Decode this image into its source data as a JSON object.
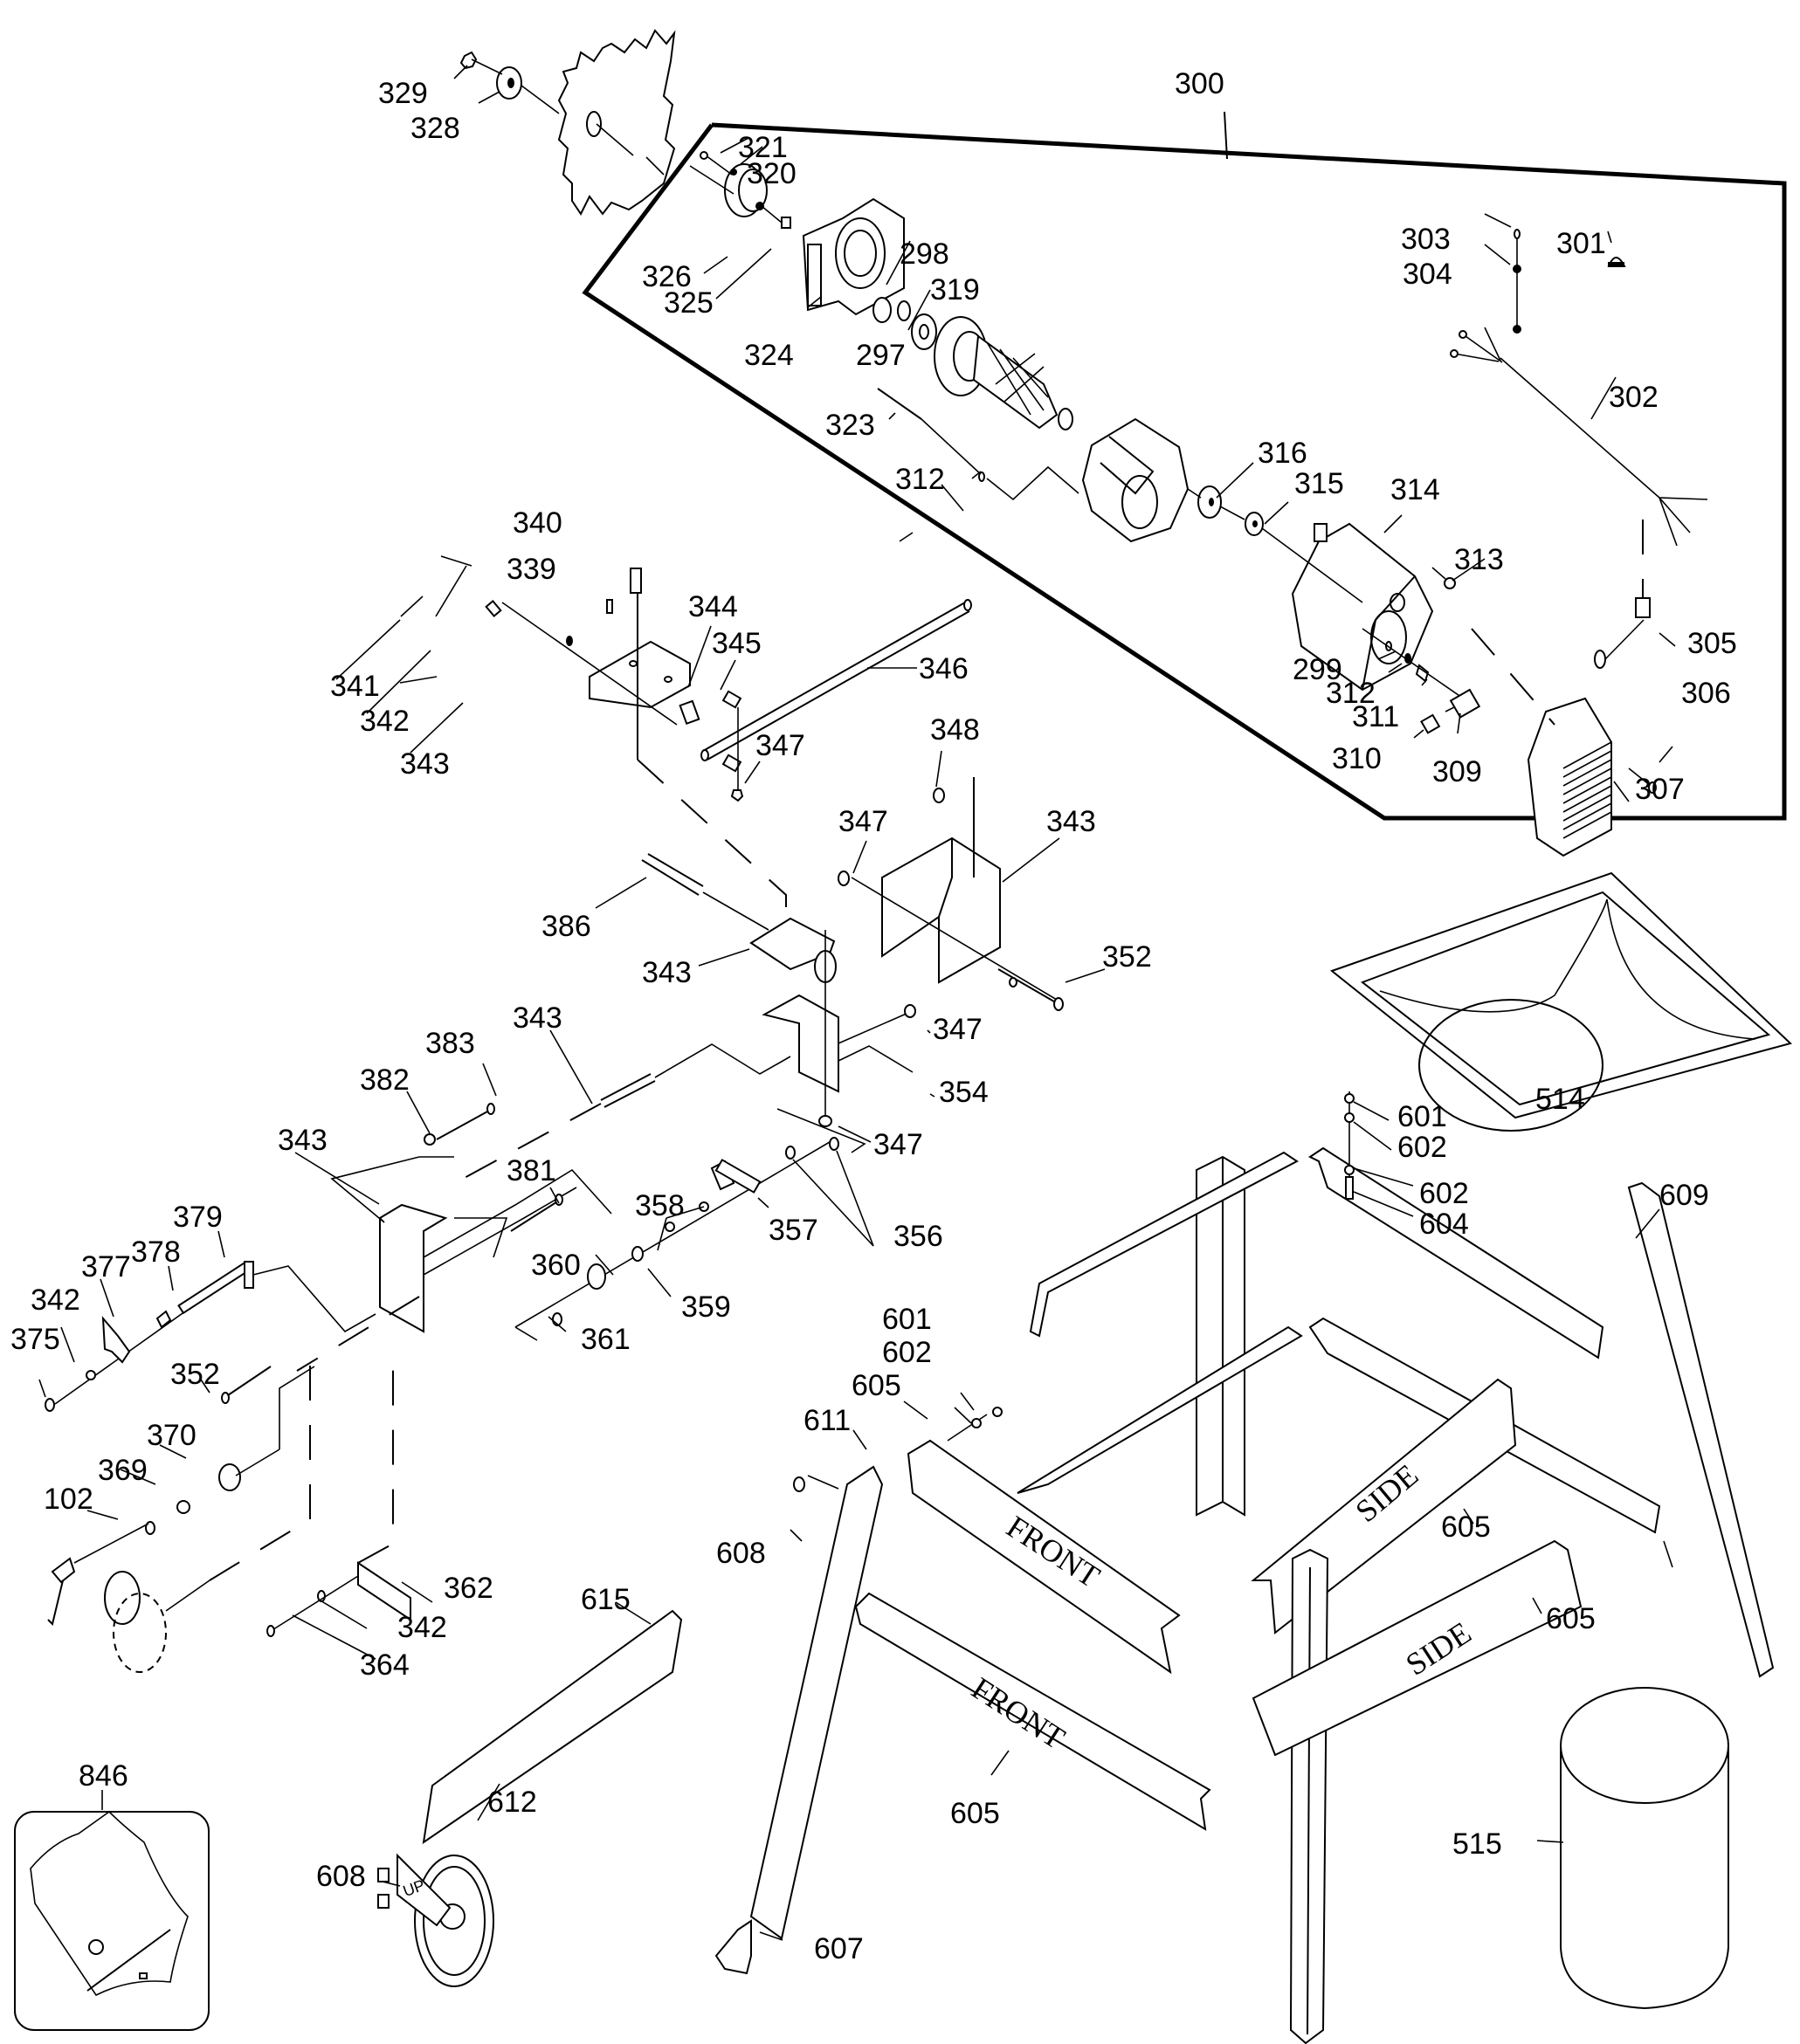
{
  "diagram": {
    "type": "exploded-parts-diagram",
    "subject": "Table saw with stand",
    "assembly_groups": {
      "motor_assembly": "300",
      "kit_box": "846"
    },
    "callouts": {
      "c300": "300",
      "c301": "301",
      "c302": "302",
      "c303": "303",
      "c304": "304",
      "c305": "305",
      "c306": "306",
      "c307": "307",
      "c309": "309",
      "c310": "310",
      "c311": "311",
      "c312a": "312",
      "c312b": "312",
      "c312c": "312",
      "c313": "313",
      "c314": "314",
      "c315": "315",
      "c316": "316",
      "c319": "319",
      "c320": "320",
      "c321": "321",
      "c323": "323",
      "c324": "324",
      "c325": "325",
      "c326": "326",
      "c328": "328",
      "c329": "329",
      "c297": "297",
      "c298": "298",
      "c299": "299",
      "c339": "339",
      "c340": "340",
      "c341": "341",
      "c342a": "342",
      "c342b": "342",
      "c342c": "342",
      "c343a": "343",
      "c343b": "343",
      "c343c": "343",
      "c343d": "343",
      "c343e": "343",
      "c344": "344",
      "c345": "345",
      "c346": "346",
      "c347a": "347",
      "c347b": "347",
      "c347c": "347",
      "c347d": "347",
      "c348": "348",
      "c352a": "352",
      "c352b": "352",
      "c354": "354",
      "c356": "356",
      "c357": "357",
      "c358": "358",
      "c359": "359",
      "c360": "360",
      "c361": "361",
      "c362": "362",
      "c364": "364",
      "c369": "369",
      "c370": "370",
      "c375": "375",
      "c377": "377",
      "c378": "378",
      "c379": "379",
      "c381": "381",
      "c382": "382",
      "c383": "383",
      "c386": "386",
      "c102": "102",
      "c514": "514",
      "c515": "515",
      "c601a": "601",
      "c601b": "601",
      "c602a": "602",
      "c602b": "602",
      "c602c": "602",
      "c604": "604",
      "c605a": "605",
      "c605b": "605",
      "c605c": "605",
      "c605d": "605",
      "c607": "607",
      "c608a": "608",
      "c608b": "608",
      "c609": "609",
      "c611": "611",
      "c612": "612",
      "c615": "615",
      "c846": "846"
    },
    "stencils": {
      "front_upper": "FRONT",
      "front_lower": "FRONT",
      "side_upper": "SIDE",
      "side_lower": "SIDE",
      "wheel_tag": "UP"
    }
  }
}
